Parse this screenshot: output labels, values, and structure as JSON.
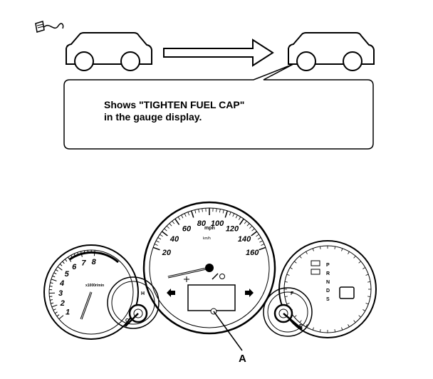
{
  "callout": {
    "line1": "Shows \"TIGHTEN FUEL CAP\"",
    "line2": "in the gauge display."
  },
  "label_a": "A",
  "speedometer": {
    "major_ticks": [
      "20",
      "40",
      "60",
      "80",
      "100",
      "120",
      "140",
      "160"
    ],
    "unit": "mph",
    "inner_unit": "km/h"
  },
  "tachometer": {
    "ticks": [
      "1",
      "2",
      "3",
      "4",
      "5",
      "6",
      "7",
      "8"
    ]
  },
  "right_gauge": {
    "gear_letters": [
      "P",
      "R",
      "N",
      "D",
      "S"
    ],
    "fuel_full": "F",
    "fuel_empty": "E"
  },
  "left_gauge": {
    "temp_hot": "H",
    "temp_cold": "C"
  },
  "icons": {
    "fuel_cap": "fuel-cap-icon",
    "car_before": "car-icon",
    "car_after": "car-icon",
    "arrow": "right-arrow-icon"
  }
}
